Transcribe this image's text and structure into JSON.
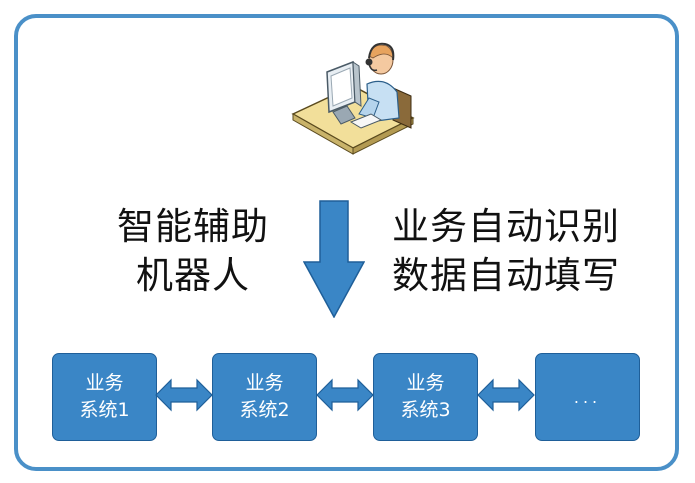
{
  "caption_left": [
    "智能辅助",
    "机器人"
  ],
  "caption_right": [
    "业务自动识别",
    "数据自动填写"
  ],
  "systems": [
    {
      "line1": "业务",
      "line2": "系统1"
    },
    {
      "line1": "业务",
      "line2": "系统2"
    },
    {
      "line1": "业务",
      "line2": "系统3"
    },
    {
      "line1": "",
      "line2": "..."
    }
  ],
  "colors": {
    "frame": "#4a90c8",
    "box": "#3a86c6",
    "arrow": "#3a86c6"
  },
  "icons": {
    "operator": "operator-workstation-icon",
    "flow": "arrow-down-icon",
    "link": "double-arrow-icon"
  }
}
